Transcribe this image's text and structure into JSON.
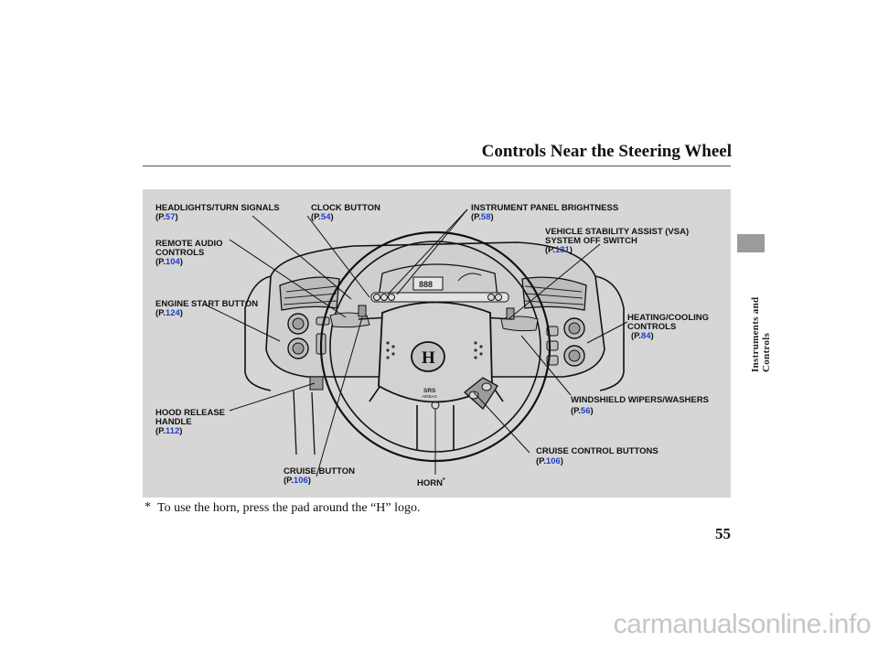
{
  "page": {
    "title": "Controls Near the Steering Wheel",
    "section": "Instruments and Controls",
    "page_number": "55",
    "footnote_mark": "*",
    "footnote": "To use the horn, press the pad around the “H” logo.",
    "watermark": "carmanualsonline.info"
  },
  "callouts": {
    "headlights": {
      "label": "HEADLIGHTS/TURN SIGNALS",
      "prefix": "(P.",
      "page": "57",
      "suffix": ")"
    },
    "clock": {
      "label": "CLOCK BUTTON",
      "prefix": "(P.",
      "page": "54",
      "suffix": ")"
    },
    "brightness": {
      "label": "INSTRUMENT PANEL BRIGHTNESS",
      "prefix": "(P.",
      "page": "58",
      "suffix": ")"
    },
    "vsa": {
      "label": "VEHICLE STABILITY ASSIST (VSA)\nSYSTEM OFF SWITCH",
      "prefix": "(P.",
      "page": "131",
      "suffix": ")"
    },
    "audio": {
      "label": "REMOTE AUDIO\nCONTROLS",
      "prefix": "(P.",
      "page": "104",
      "suffix": ")"
    },
    "engine": {
      "label": "ENGINE START BUTTON",
      "prefix": "(P.",
      "page": "124",
      "suffix": ")"
    },
    "heating": {
      "label": "HEATING/COOLING\nCONTROLS",
      "prefix": "(P.",
      "page": "84",
      "suffix": ")"
    },
    "wipers": {
      "label": "WINDSHIELD WIPERS/WASHERS",
      "prefix": "(P.",
      "page": "56",
      "suffix": ")"
    },
    "hood": {
      "label": "HOOD RELEASE\nHANDLE",
      "prefix": "(P.",
      "page": "112",
      "suffix": ")"
    },
    "cruise_controls": {
      "label": "CRUISE CONTROL BUTTONS",
      "prefix": "(P.",
      "page": "106",
      "suffix": ")"
    },
    "cruise_button": {
      "label": "CRUISE BUTTON",
      "prefix": "(P.",
      "page": "106",
      "suffix": ")"
    },
    "horn": {
      "label": "HORN",
      "mark": "*"
    }
  },
  "illustration": {
    "airbag_text": "SRS",
    "airbag_sub": "AIRBAG",
    "logo": "H"
  }
}
